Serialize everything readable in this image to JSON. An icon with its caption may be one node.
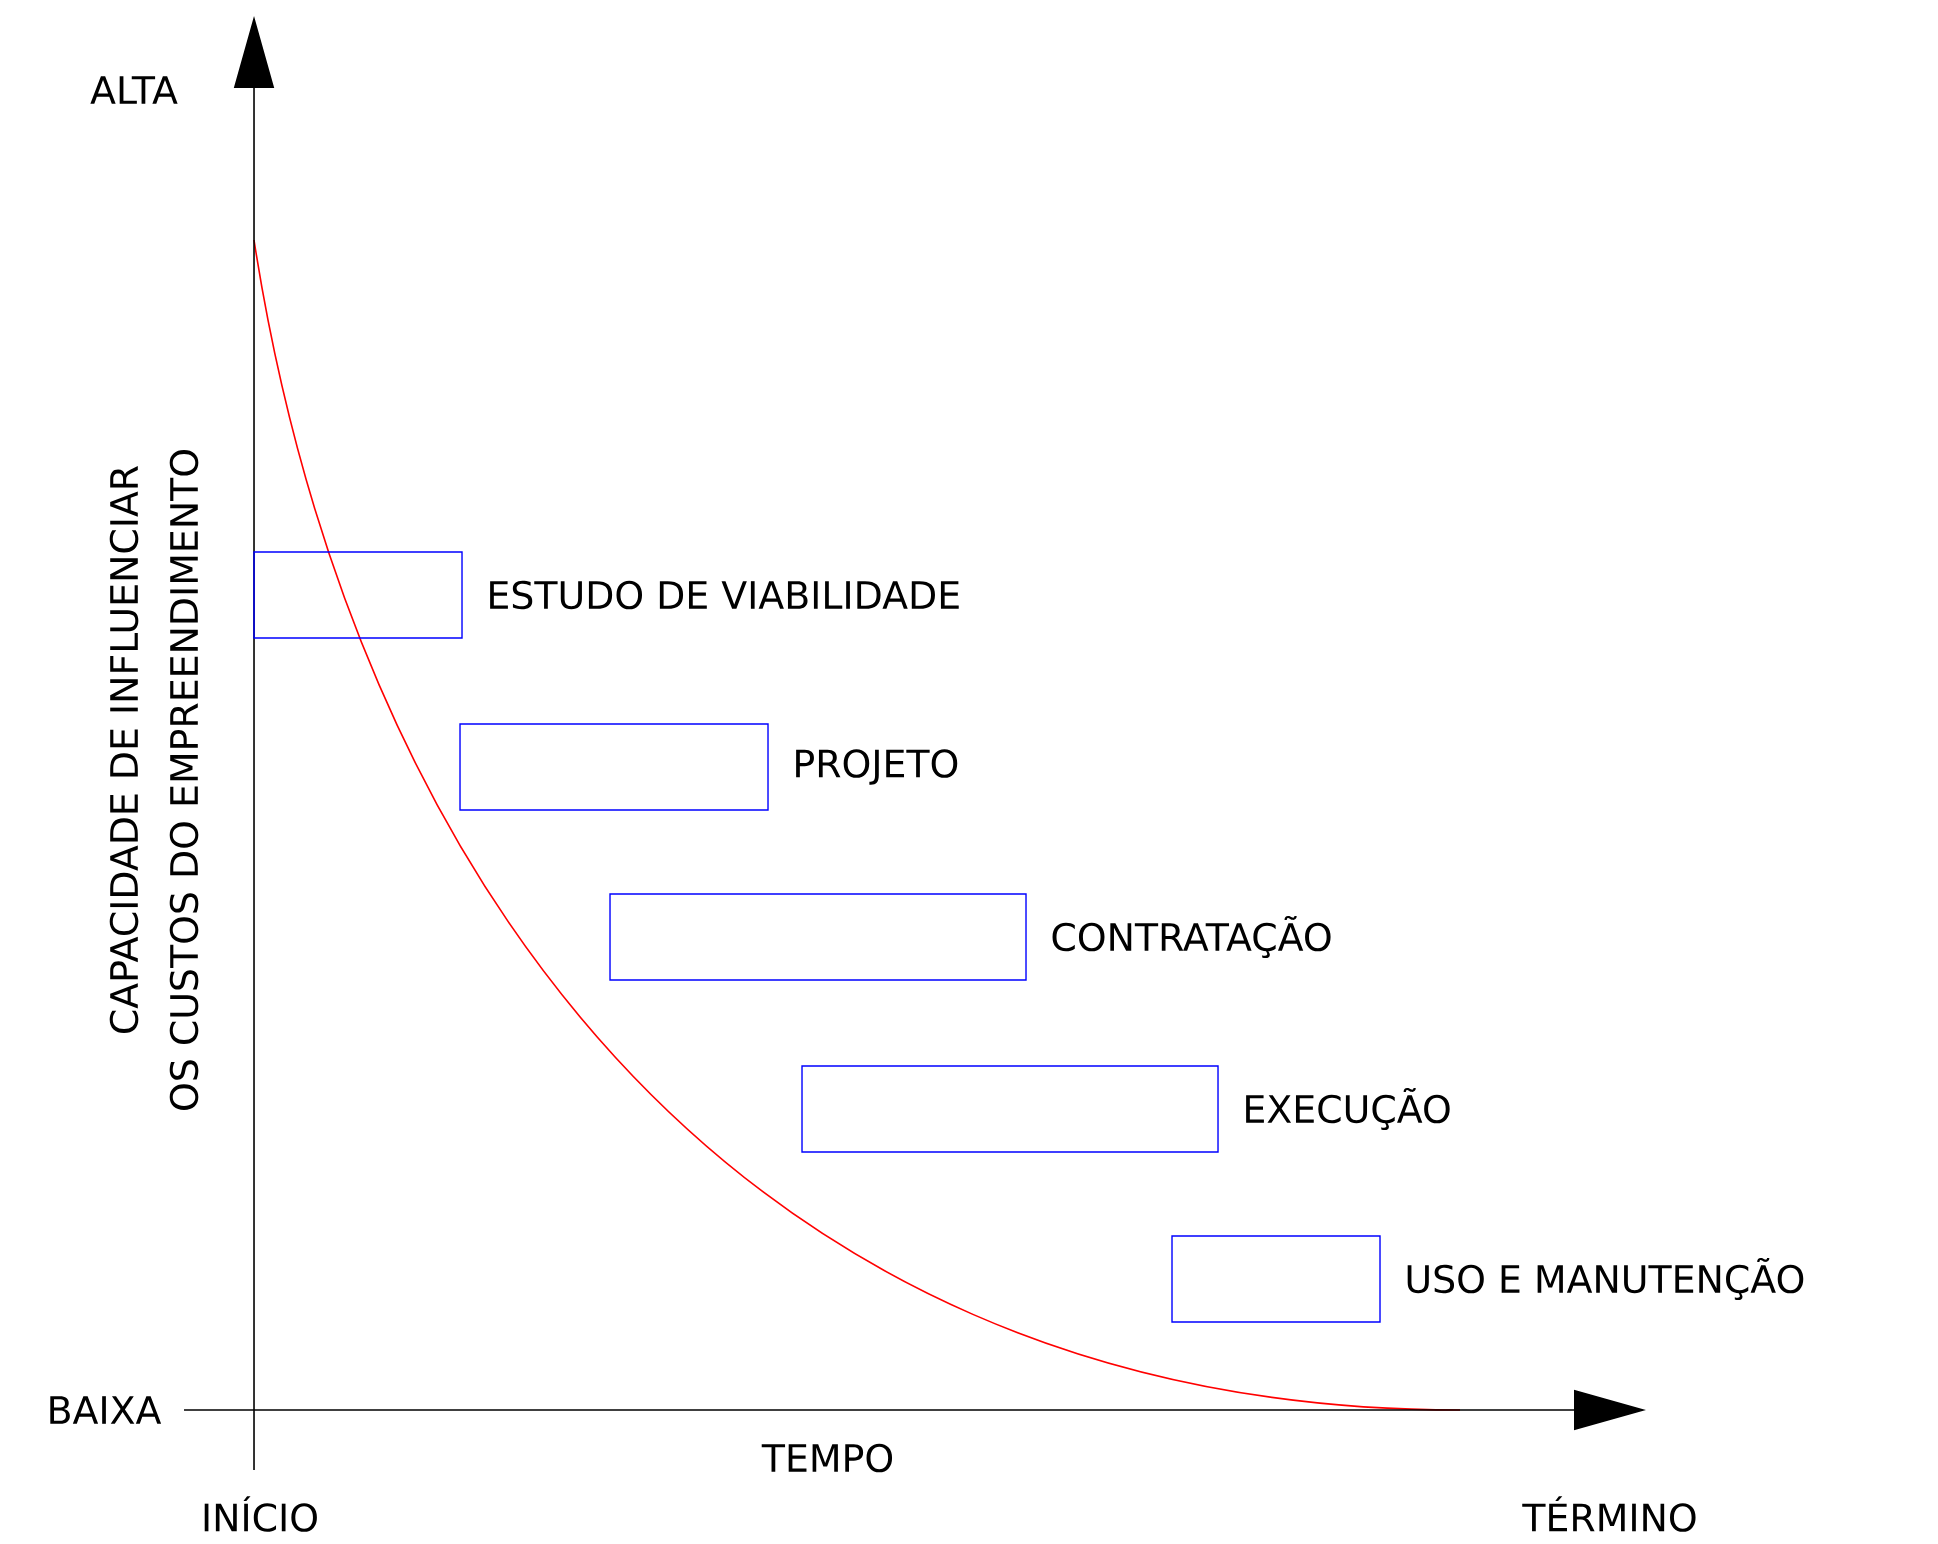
{
  "diagram": {
    "nodes": [
      {
        "text": [],
        "shape": "box",
        "beside": [
          "ESTUDO DE VIABILIDADE"
        ]
      },
      {
        "text": [],
        "shape": "box",
        "beside": [
          "PROJETO"
        ]
      },
      {
        "text": [],
        "shape": "box",
        "beside": [
          "CONTRATAÇÃO"
        ]
      },
      {
        "text": [],
        "shape": "box",
        "beside": [
          "EXECUÇÃO"
        ]
      },
      {
        "text": [],
        "shape": "box",
        "beside": [
          "USO E MANUTENÇÃO"
        ]
      }
    ],
    "labels": [
      "ALTA",
      "CAPACIDADE DE INFLUENCIAR",
      "OS CUSTOS DO EMPREENDIMENTO",
      "BAIXA",
      "TEMPO",
      "INÍCIO",
      "TÉRMINO"
    ]
  }
}
